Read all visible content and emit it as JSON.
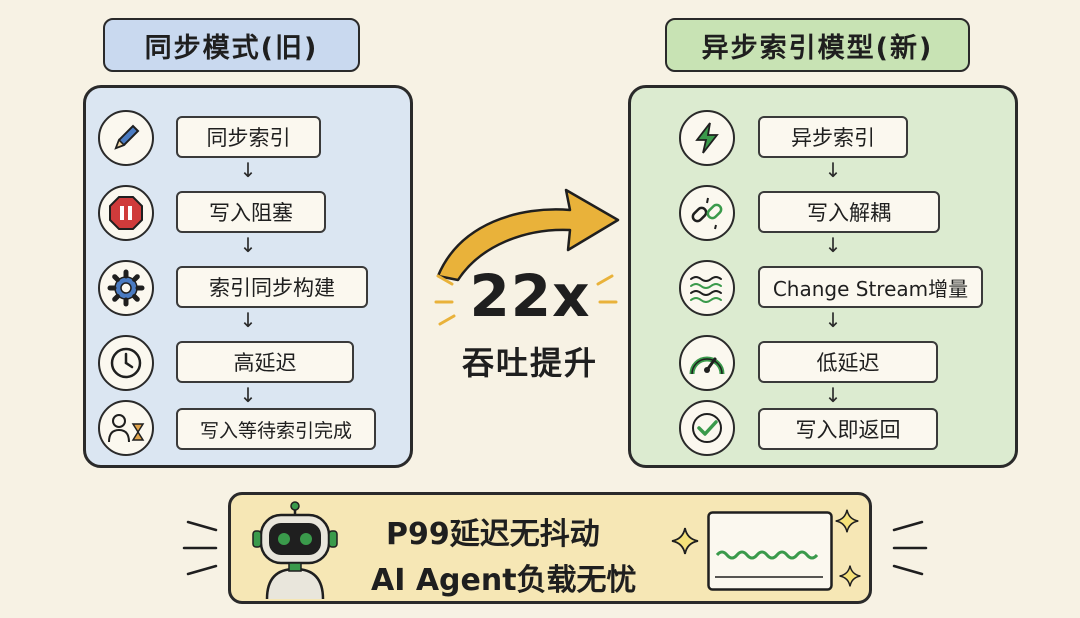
{
  "left": {
    "title": "同步模式(旧)",
    "steps": [
      "同步索引",
      "写入阻塞",
      "索引同步构建",
      "高延迟",
      "写入等待索引完成"
    ]
  },
  "right": {
    "title": "异步索引模型(新)",
    "steps": [
      "异步索引",
      "写入解耦",
      "Change Stream增量",
      "低延迟",
      "写入即返回"
    ]
  },
  "center": {
    "multiplier": "22x",
    "caption": "吞吐提升"
  },
  "bottom": {
    "line1": "P99延迟无抖动",
    "line2": "AI Agent负载无忧"
  },
  "colors": {
    "left_panel": "#dbe6f2",
    "left_title": "#c9d9ef",
    "right_panel": "#dcebd0",
    "right_title": "#c8e3b4",
    "arrow": "#e9b23a",
    "bottom": "#f6e7b5",
    "accent_green": "#3a9a4b",
    "stop_red": "#cf3b3b"
  }
}
